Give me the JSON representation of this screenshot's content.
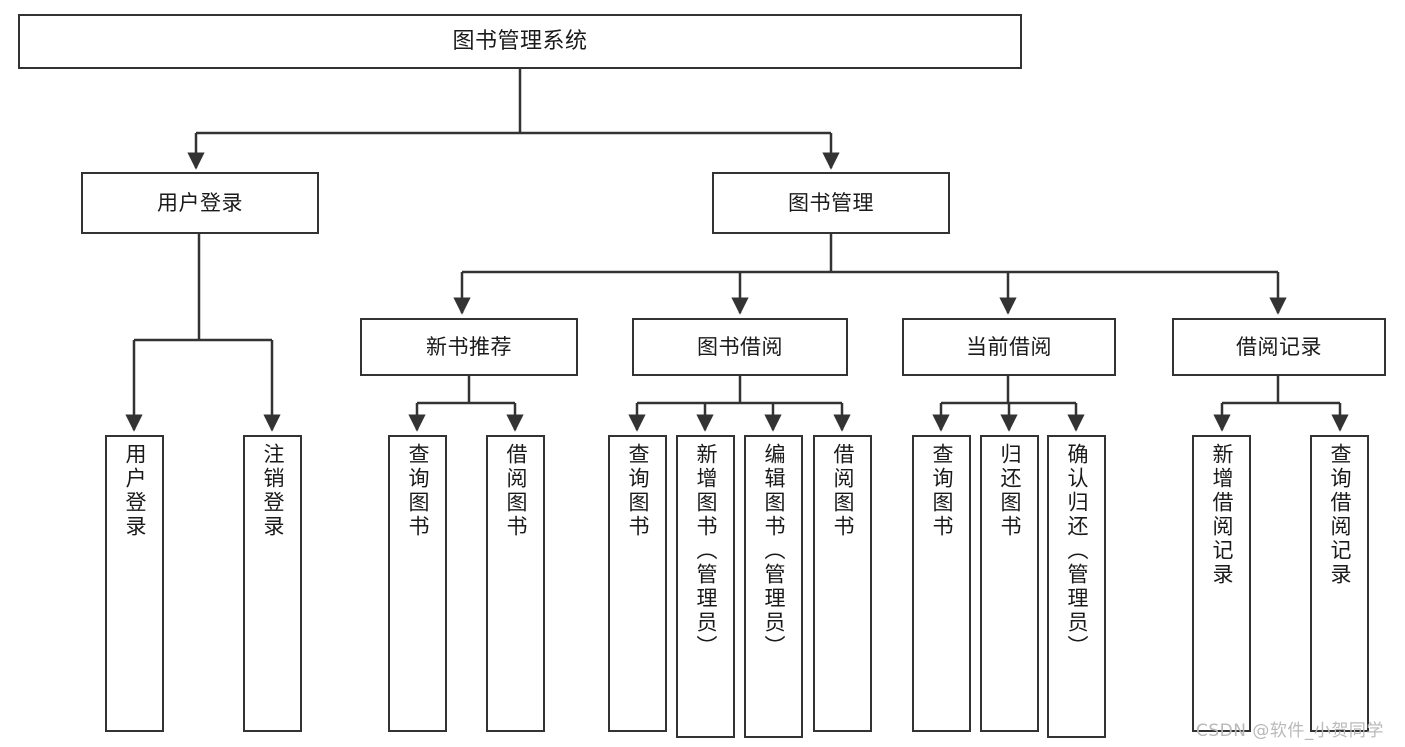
{
  "diagram": {
    "title": "图书管理系统",
    "orientation": "top-down-tree",
    "stroke_color": "#333333",
    "background_color": "#ffffff",
    "nodes": {
      "root": {
        "label": "图书管理系统",
        "level": 0,
        "text_direction": "horizontal"
      },
      "user_login": {
        "label": "用户登录",
        "level": 1,
        "text_direction": "horizontal"
      },
      "book_manage": {
        "label": "图书管理",
        "level": 1,
        "text_direction": "horizontal"
      },
      "new_book_rec": {
        "label": "新书推荐",
        "level": 2,
        "text_direction": "horizontal"
      },
      "book_borrow": {
        "label": "图书借阅",
        "level": 2,
        "text_direction": "horizontal"
      },
      "current_borrow": {
        "label": "当前借阅",
        "level": 2,
        "text_direction": "horizontal"
      },
      "borrow_record": {
        "label": "借阅记录",
        "level": 2,
        "text_direction": "horizontal"
      },
      "leaf_user_login": {
        "label": "用户登录",
        "level": 2,
        "text_direction": "vertical"
      },
      "leaf_user_logout": {
        "label": "注销登录",
        "level": 2,
        "text_direction": "vertical"
      },
      "leaf_rec_query": {
        "label": "查询图书",
        "level": 3,
        "text_direction": "vertical"
      },
      "leaf_rec_borrow": {
        "label": "借阅图书",
        "level": 3,
        "text_direction": "vertical"
      },
      "leaf_borrow_query": {
        "label": "查询图书",
        "level": 3,
        "text_direction": "vertical"
      },
      "leaf_borrow_add": {
        "label": "新增图书（管理员）",
        "level": 3,
        "text_direction": "vertical"
      },
      "leaf_borrow_edit": {
        "label": "编辑图书（管理员）",
        "level": 3,
        "text_direction": "vertical"
      },
      "leaf_borrow_lend": {
        "label": "借阅图书",
        "level": 3,
        "text_direction": "vertical"
      },
      "leaf_cur_query": {
        "label": "查询图书",
        "level": 3,
        "text_direction": "vertical"
      },
      "leaf_cur_return": {
        "label": "归还图书",
        "level": 3,
        "text_direction": "vertical"
      },
      "leaf_cur_confirm": {
        "label": "确认归还（管理员）",
        "level": 3,
        "text_direction": "vertical"
      },
      "leaf_rec_add": {
        "label": "新增借阅记录",
        "level": 3,
        "text_direction": "vertical"
      },
      "leaf_rec_search": {
        "label": "查询借阅记录",
        "level": 3,
        "text_direction": "vertical"
      }
    },
    "edges": [
      {
        "from": "root",
        "to": "user_login"
      },
      {
        "from": "root",
        "to": "book_manage"
      },
      {
        "from": "user_login",
        "to": "leaf_user_login"
      },
      {
        "from": "user_login",
        "to": "leaf_user_logout"
      },
      {
        "from": "book_manage",
        "to": "new_book_rec"
      },
      {
        "from": "book_manage",
        "to": "book_borrow"
      },
      {
        "from": "book_manage",
        "to": "current_borrow"
      },
      {
        "from": "book_manage",
        "to": "borrow_record"
      },
      {
        "from": "new_book_rec",
        "to": "leaf_rec_query"
      },
      {
        "from": "new_book_rec",
        "to": "leaf_rec_borrow"
      },
      {
        "from": "book_borrow",
        "to": "leaf_borrow_query"
      },
      {
        "from": "book_borrow",
        "to": "leaf_borrow_add"
      },
      {
        "from": "book_borrow",
        "to": "leaf_borrow_edit"
      },
      {
        "from": "book_borrow",
        "to": "leaf_borrow_lend"
      },
      {
        "from": "current_borrow",
        "to": "leaf_cur_query"
      },
      {
        "from": "current_borrow",
        "to": "leaf_cur_return"
      },
      {
        "from": "current_borrow",
        "to": "leaf_cur_confirm"
      },
      {
        "from": "borrow_record",
        "to": "leaf_rec_add"
      },
      {
        "from": "borrow_record",
        "to": "leaf_rec_search"
      }
    ]
  },
  "watermark": {
    "text": "CSDN @软件_小贺同学",
    "color": "#b9b9b9"
  }
}
